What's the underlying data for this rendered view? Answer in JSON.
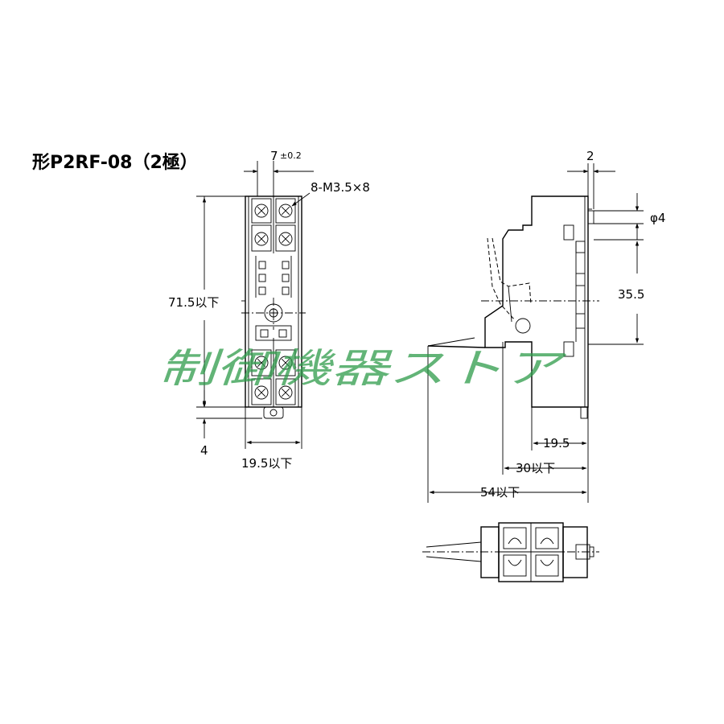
{
  "title": "形P2RF-08（2極）",
  "watermark": "制御機器ストア",
  "front_view": {
    "dim_pitch": "7",
    "dim_pitch_tol": "±0.2",
    "dim_screw": "8-M3.5×8",
    "dim_height": "71.5以下",
    "dim_bottom": "4",
    "dim_width": "19.5以下"
  },
  "side_view": {
    "dim_top": "2",
    "dim_hole": "φ4",
    "dim_hole_pitch": "35.5",
    "dim_depth1": "19.5",
    "dim_depth2": "30以下",
    "dim_depth3": "54以下"
  },
  "colors": {
    "watermark": "#2e9b4a",
    "line": "#000000"
  }
}
